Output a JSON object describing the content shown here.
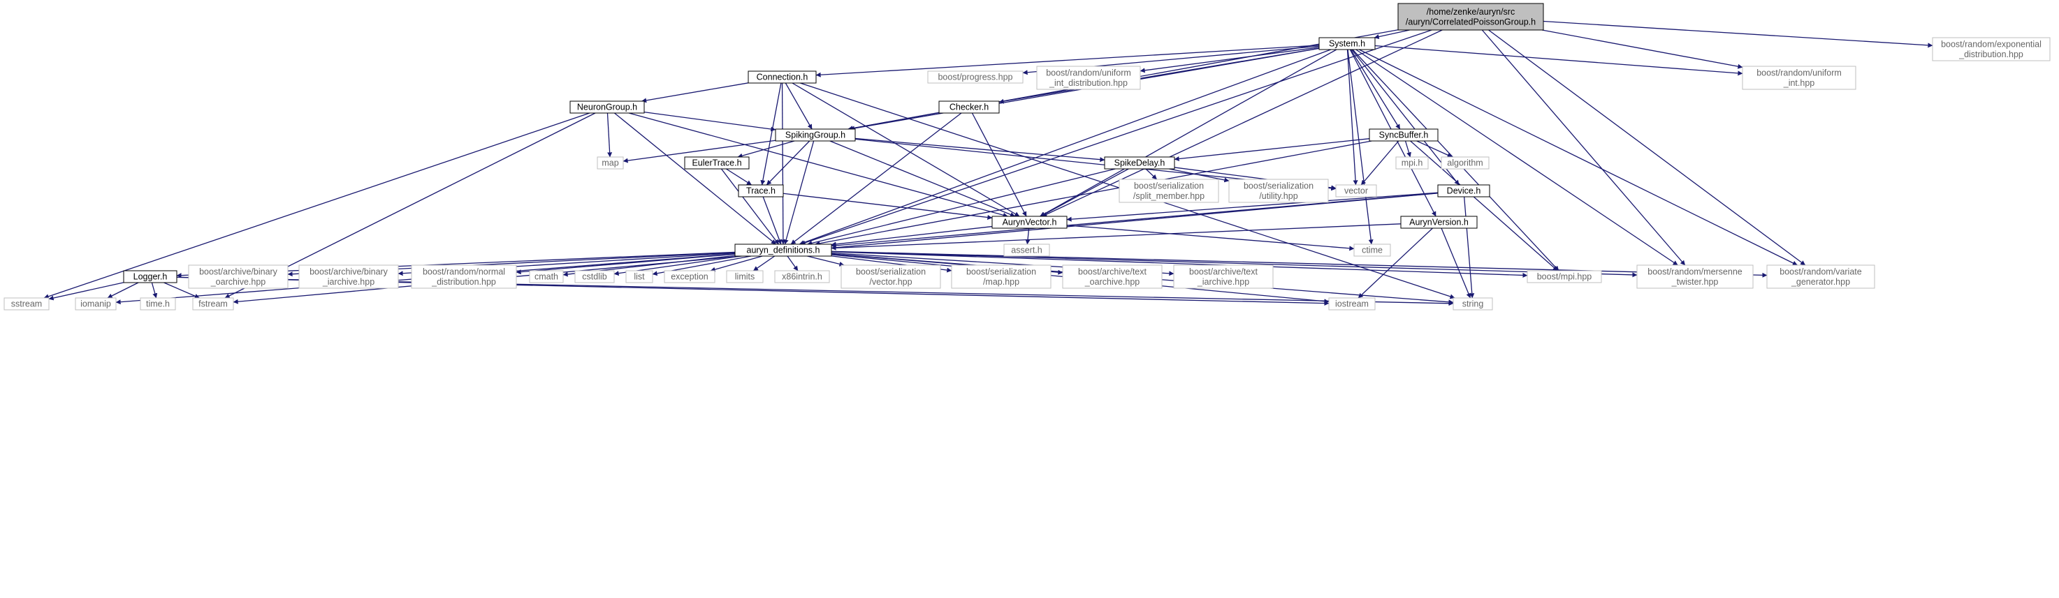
{
  "nodes": [
    {
      "id": "root",
      "lines": [
        "/home/zenke/auryn/src",
        "/auryn/CorrelatedPoissonGroup.h"
      ],
      "kind": "root"
    },
    {
      "id": "system",
      "lines": [
        "System.h"
      ],
      "kind": "doc"
    },
    {
      "id": "exp",
      "lines": [
        "boost/random/exponential",
        "_distribution.hpp"
      ],
      "kind": "ext"
    },
    {
      "id": "connection",
      "lines": [
        "Connection.h"
      ],
      "kind": "doc"
    },
    {
      "id": "progress",
      "lines": [
        "boost/progress.hpp"
      ],
      "kind": "ext"
    },
    {
      "id": "uid",
      "lines": [
        "boost/random/uniform",
        "_int_distribution.hpp"
      ],
      "kind": "ext"
    },
    {
      "id": "uint",
      "lines": [
        "boost/random/uniform",
        "_int.hpp"
      ],
      "kind": "ext"
    },
    {
      "id": "neurongroup",
      "lines": [
        "NeuronGroup.h"
      ],
      "kind": "doc"
    },
    {
      "id": "checker",
      "lines": [
        "Checker.h"
      ],
      "kind": "doc"
    },
    {
      "id": "spikinggroup",
      "lines": [
        "SpikingGroup.h"
      ],
      "kind": "doc"
    },
    {
      "id": "syncbuffer",
      "lines": [
        "SyncBuffer.h"
      ],
      "kind": "doc"
    },
    {
      "id": "map",
      "lines": [
        "map"
      ],
      "kind": "ext"
    },
    {
      "id": "eulertrace",
      "lines": [
        "EulerTrace.h"
      ],
      "kind": "doc"
    },
    {
      "id": "spikedelay",
      "lines": [
        "SpikeDelay.h"
      ],
      "kind": "doc"
    },
    {
      "id": "mpih",
      "lines": [
        "mpi.h"
      ],
      "kind": "ext"
    },
    {
      "id": "algorithm",
      "lines": [
        "algorithm"
      ],
      "kind": "ext"
    },
    {
      "id": "trace",
      "lines": [
        "Trace.h"
      ],
      "kind": "doc"
    },
    {
      "id": "splitmember",
      "lines": [
        "boost/serialization",
        "/split_member.hpp"
      ],
      "kind": "ext"
    },
    {
      "id": "utility",
      "lines": [
        "boost/serialization",
        "/utility.hpp"
      ],
      "kind": "ext"
    },
    {
      "id": "vector",
      "lines": [
        "vector"
      ],
      "kind": "ext"
    },
    {
      "id": "device",
      "lines": [
        "Device.h"
      ],
      "kind": "doc"
    },
    {
      "id": "aurynvector",
      "lines": [
        "AurynVector.h"
      ],
      "kind": "doc"
    },
    {
      "id": "aurynversion",
      "lines": [
        "AurynVersion.h"
      ],
      "kind": "doc"
    },
    {
      "id": "assert",
      "lines": [
        "assert.h"
      ],
      "kind": "ext"
    },
    {
      "id": "ctime",
      "lines": [
        "ctime"
      ],
      "kind": "ext"
    },
    {
      "id": "defs",
      "lines": [
        "auryn_definitions.h"
      ],
      "kind": "doc"
    },
    {
      "id": "logger",
      "lines": [
        "Logger.h"
      ],
      "kind": "doc"
    },
    {
      "id": "binoarch",
      "lines": [
        "boost/archive/binary",
        "_oarchive.hpp"
      ],
      "kind": "ext"
    },
    {
      "id": "biniarch",
      "lines": [
        "boost/archive/binary",
        "_iarchive.hpp"
      ],
      "kind": "ext"
    },
    {
      "id": "normal",
      "lines": [
        "boost/random/normal",
        "_distribution.hpp"
      ],
      "kind": "ext"
    },
    {
      "id": "cmath",
      "lines": [
        "cmath"
      ],
      "kind": "ext"
    },
    {
      "id": "cstdlib",
      "lines": [
        "cstdlib"
      ],
      "kind": "ext"
    },
    {
      "id": "list",
      "lines": [
        "list"
      ],
      "kind": "ext"
    },
    {
      "id": "exception",
      "lines": [
        "exception"
      ],
      "kind": "ext"
    },
    {
      "id": "limits",
      "lines": [
        "limits"
      ],
      "kind": "ext"
    },
    {
      "id": "x86",
      "lines": [
        "x86intrin.h"
      ],
      "kind": "ext"
    },
    {
      "id": "servector",
      "lines": [
        "boost/serialization",
        "/vector.hpp"
      ],
      "kind": "ext"
    },
    {
      "id": "sermap",
      "lines": [
        "boost/serialization",
        "/map.hpp"
      ],
      "kind": "ext"
    },
    {
      "id": "textoarch",
      "lines": [
        "boost/archive/text",
        "_oarchive.hpp"
      ],
      "kind": "ext"
    },
    {
      "id": "textiarch",
      "lines": [
        "boost/archive/text",
        "_iarchive.hpp"
      ],
      "kind": "ext"
    },
    {
      "id": "mpihpp",
      "lines": [
        "boost/mpi.hpp"
      ],
      "kind": "ext"
    },
    {
      "id": "mersenne",
      "lines": [
        "boost/random/mersenne",
        "_twister.hpp"
      ],
      "kind": "ext"
    },
    {
      "id": "variate",
      "lines": [
        "boost/random/variate",
        "_generator.hpp"
      ],
      "kind": "ext"
    },
    {
      "id": "sstream",
      "lines": [
        "sstream"
      ],
      "kind": "ext"
    },
    {
      "id": "iomanip",
      "lines": [
        "iomanip"
      ],
      "kind": "ext"
    },
    {
      "id": "timeh",
      "lines": [
        "time.h"
      ],
      "kind": "ext"
    },
    {
      "id": "fstream",
      "lines": [
        "fstream"
      ],
      "kind": "ext"
    },
    {
      "id": "iostream",
      "lines": [
        "iostream"
      ],
      "kind": "ext"
    },
    {
      "id": "string",
      "lines": [
        "string"
      ],
      "kind": "ext"
    }
  ],
  "edges": [
    [
      "root",
      "system"
    ],
    [
      "root",
      "exp"
    ],
    [
      "root",
      "uint"
    ],
    [
      "root",
      "spikinggroup"
    ],
    [
      "root",
      "aurynvector"
    ],
    [
      "root",
      "defs"
    ],
    [
      "root",
      "mersenne"
    ],
    [
      "root",
      "variate"
    ],
    [
      "system",
      "connection"
    ],
    [
      "system",
      "progress"
    ],
    [
      "system",
      "uid"
    ],
    [
      "system",
      "uint"
    ],
    [
      "system",
      "checker"
    ],
    [
      "system",
      "spikinggroup"
    ],
    [
      "system",
      "syncbuffer"
    ],
    [
      "system",
      "vector"
    ],
    [
      "system",
      "device"
    ],
    [
      "system",
      "aurynvector"
    ],
    [
      "system",
      "aurynversion"
    ],
    [
      "system",
      "defs"
    ],
    [
      "system",
      "ctime"
    ],
    [
      "system",
      "mpihpp"
    ],
    [
      "system",
      "mersenne"
    ],
    [
      "system",
      "variate"
    ],
    [
      "connection",
      "neurongroup"
    ],
    [
      "connection",
      "spikinggroup"
    ],
    [
      "connection",
      "trace"
    ],
    [
      "connection",
      "aurynvector"
    ],
    [
      "connection",
      "defs"
    ],
    [
      "connection",
      "string"
    ],
    [
      "neurongroup",
      "spikinggroup"
    ],
    [
      "neurongroup",
      "map"
    ],
    [
      "neurongroup",
      "aurynvector"
    ],
    [
      "neurongroup",
      "defs"
    ],
    [
      "neurongroup",
      "sstream"
    ],
    [
      "neurongroup",
      "fstream"
    ],
    [
      "checker",
      "spikinggroup"
    ],
    [
      "checker",
      "aurynvector"
    ],
    [
      "checker",
      "defs"
    ],
    [
      "spikinggroup",
      "map"
    ],
    [
      "spikinggroup",
      "eulertrace"
    ],
    [
      "spikinggroup",
      "spikedelay"
    ],
    [
      "spikinggroup",
      "trace"
    ],
    [
      "spikinggroup",
      "vector"
    ],
    [
      "spikinggroup",
      "aurynvector"
    ],
    [
      "spikinggroup",
      "defs"
    ],
    [
      "syncbuffer",
      "spikedelay"
    ],
    [
      "syncbuffer",
      "mpih"
    ],
    [
      "syncbuffer",
      "algorithm"
    ],
    [
      "syncbuffer",
      "vector"
    ],
    [
      "syncbuffer",
      "mpihpp"
    ],
    [
      "syncbuffer",
      "defs"
    ],
    [
      "eulertrace",
      "trace"
    ],
    [
      "eulertrace",
      "defs"
    ],
    [
      "spikedelay",
      "splitmember"
    ],
    [
      "spikedelay",
      "utility"
    ],
    [
      "spikedelay",
      "vector"
    ],
    [
      "spikedelay",
      "aurynvector"
    ],
    [
      "spikedelay",
      "defs"
    ],
    [
      "trace",
      "aurynvector"
    ],
    [
      "trace",
      "defs"
    ],
    [
      "device",
      "aurynvector"
    ],
    [
      "device",
      "defs"
    ],
    [
      "device",
      "fstream"
    ],
    [
      "device",
      "string"
    ],
    [
      "aurynvector",
      "assert"
    ],
    [
      "aurynvector",
      "defs"
    ],
    [
      "aurynvector",
      "ctime"
    ],
    [
      "aurynversion",
      "defs"
    ],
    [
      "aurynversion",
      "iostream"
    ],
    [
      "aurynversion",
      "string"
    ],
    [
      "defs",
      "logger"
    ],
    [
      "defs",
      "binoarch"
    ],
    [
      "defs",
      "biniarch"
    ],
    [
      "defs",
      "normal"
    ],
    [
      "defs",
      "cmath"
    ],
    [
      "defs",
      "cstdlib"
    ],
    [
      "defs",
      "list"
    ],
    [
      "defs",
      "exception"
    ],
    [
      "defs",
      "limits"
    ],
    [
      "defs",
      "x86"
    ],
    [
      "defs",
      "servector"
    ],
    [
      "defs",
      "sermap"
    ],
    [
      "defs",
      "textoarch"
    ],
    [
      "defs",
      "textiarch"
    ],
    [
      "defs",
      "mpihpp"
    ],
    [
      "defs",
      "mersenne"
    ],
    [
      "defs",
      "variate"
    ],
    [
      "defs",
      "iomanip"
    ],
    [
      "defs",
      "iostream"
    ],
    [
      "defs",
      "string"
    ],
    [
      "logger",
      "sstream"
    ],
    [
      "logger",
      "iomanip"
    ],
    [
      "logger",
      "timeh"
    ],
    [
      "logger",
      "fstream"
    ],
    [
      "logger",
      "iostream"
    ],
    [
      "logger",
      "string"
    ]
  ],
  "colors": {
    "edge": "#191970",
    "doc_border": "#000000",
    "ext_border": "#bfbfbf",
    "root_fill": "#bfbfbf",
    "ext_text": "#666666"
  }
}
